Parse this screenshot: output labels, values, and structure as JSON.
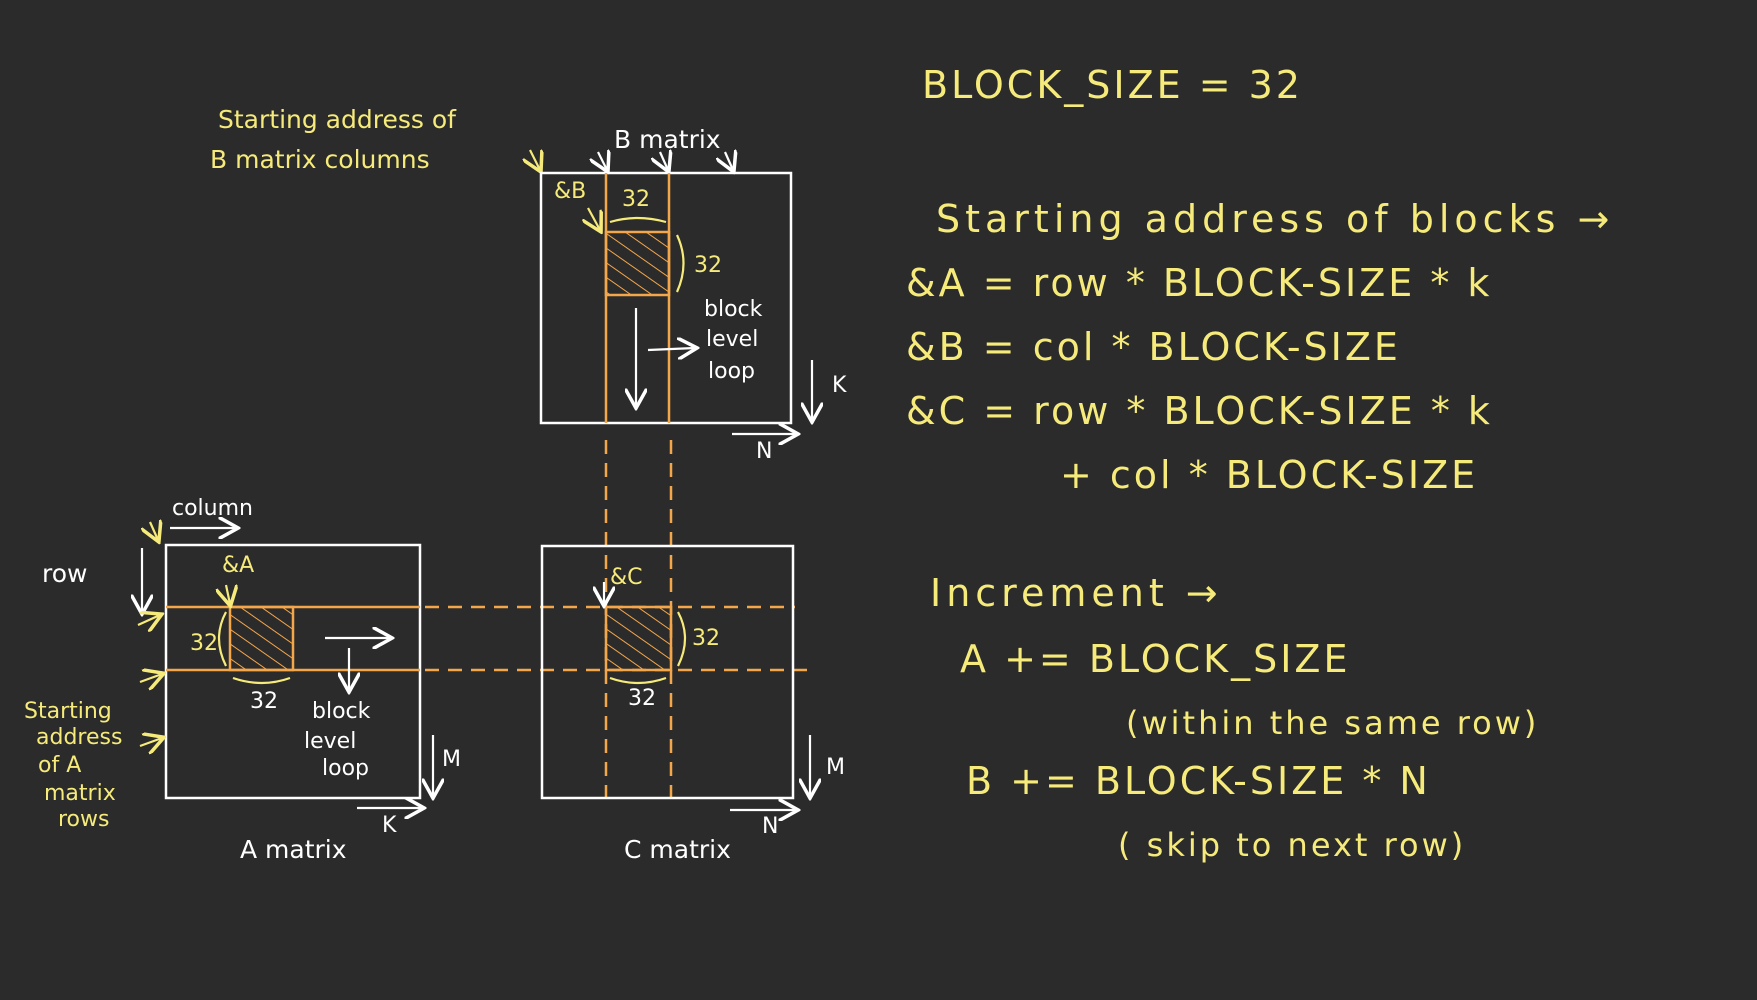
{
  "equations": {
    "block_size": "BLOCK_SIZE = 32",
    "start_heading": "Starting address of blocks →",
    "a_addr": "&A = row * BLOCK-SIZE * k",
    "b_addr": "&B = col * BLOCK-SIZE",
    "c_addr_1": "&C = row * BLOCK-SIZE * k",
    "c_addr_2": "+ col * BLOCK-SIZE",
    "increment_heading": "Increment →",
    "a_inc": "A += BLOCK_SIZE",
    "a_inc_note": "(within the same row)",
    "b_inc": "B += BLOCK-SIZE * N",
    "b_inc_note": "( skip to next row)"
  },
  "b_matrix": {
    "title": "B matrix",
    "start_note_1": "Starting address of",
    "start_note_2": "B matrix columns",
    "ptr": "&B",
    "width_label": "32",
    "height_label": "32",
    "loop_1": "block",
    "loop_2": "level",
    "loop_3": "loop",
    "dim_down": "K",
    "dim_right": "N"
  },
  "a_matrix": {
    "title": "A matrix",
    "column_label": "column",
    "row_label": "row",
    "ptr": "&A",
    "height_label": "32",
    "width_label": "32",
    "loop_1": "block",
    "loop_2": "level",
    "loop_3": "loop",
    "dim_down": "M",
    "dim_right": "K",
    "start_note_1": "Starting",
    "start_note_2": "address",
    "start_note_3": "of A",
    "start_note_4": "matrix",
    "start_note_5": "rows"
  },
  "c_matrix": {
    "title": "C matrix",
    "ptr": "&C",
    "height_label": "32",
    "width_label": "32",
    "dim_down": "M",
    "dim_right": "N"
  },
  "colors": {
    "background": "#2b2b2b",
    "text": "#f6eb7a",
    "accent": "#f3a64a",
    "frame": "#ffffff"
  }
}
